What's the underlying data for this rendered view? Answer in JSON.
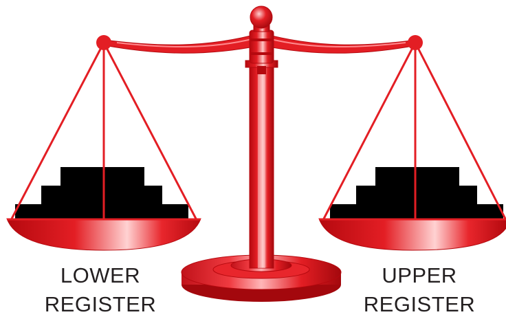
{
  "labels": {
    "left": [
      "LOWER",
      "REGISTER"
    ],
    "right": [
      "UPPER",
      "REGISTER"
    ]
  },
  "colors": {
    "metal": "#e31e24",
    "metal_dark": "#a3080d",
    "metal_light": "#ffd9d9",
    "weights": "#000000",
    "text": "#231f20"
  },
  "icons": {
    "scale": "balance-scale-icon",
    "weights": "stepped-weights-icon"
  }
}
